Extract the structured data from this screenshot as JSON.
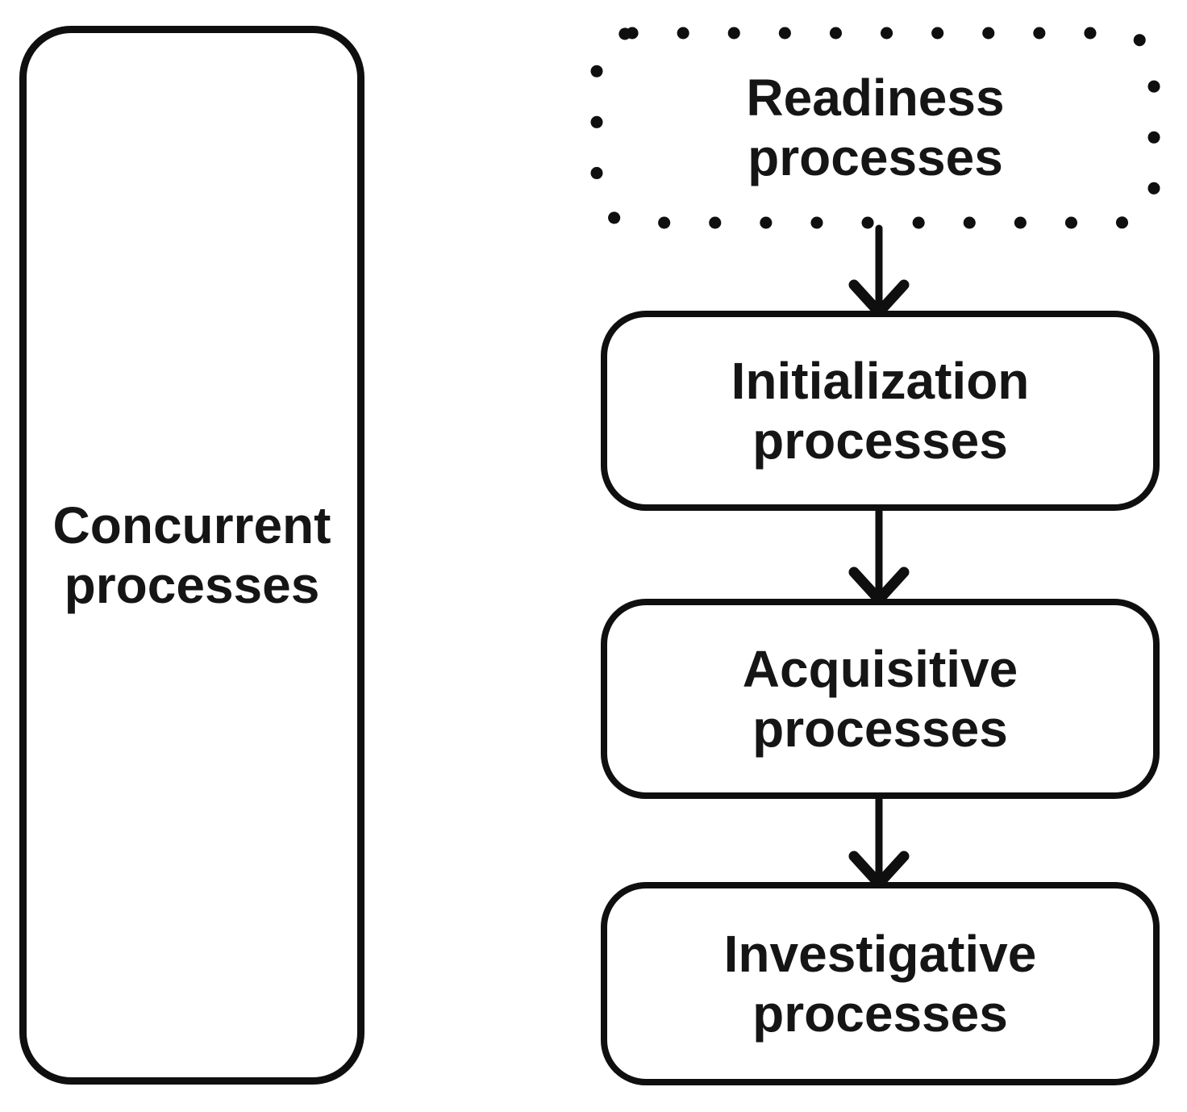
{
  "diagram": {
    "type": "flowchart",
    "background_color": "#ffffff",
    "stroke_color": "#0f0f0f",
    "text_color": "#151515",
    "concurrent": {
      "id": "concurrent",
      "line1": "Concurrent",
      "line2": "processes",
      "border_style": "solid"
    },
    "flow": [
      {
        "id": "readiness",
        "line1": "Readiness",
        "line2": "processes",
        "border_style": "dotted"
      },
      {
        "id": "initialization",
        "line1": "Initialization",
        "line2": "processes",
        "border_style": "solid"
      },
      {
        "id": "acquisitive",
        "line1": "Acquisitive",
        "line2": "processes",
        "border_style": "solid"
      },
      {
        "id": "investigative",
        "line1": "Investigative",
        "line2": "processes",
        "border_style": "solid"
      }
    ],
    "edges": [
      {
        "from": "readiness",
        "to": "initialization",
        "type": "arrow-down"
      },
      {
        "from": "initialization",
        "to": "acquisitive",
        "type": "arrow-down"
      },
      {
        "from": "acquisitive",
        "to": "investigative",
        "type": "arrow-down"
      }
    ]
  }
}
